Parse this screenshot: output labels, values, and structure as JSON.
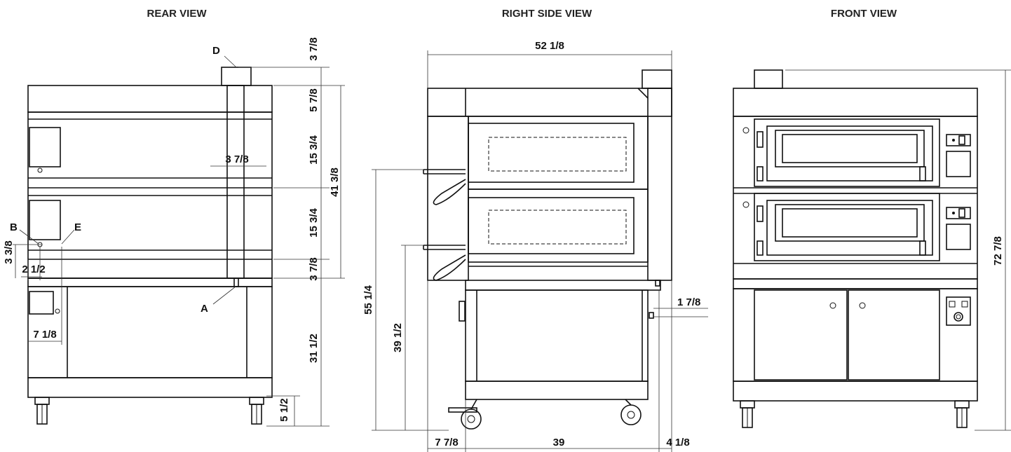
{
  "views": {
    "rear": {
      "title": "REAR VIEW"
    },
    "side": {
      "title": "RIGHT SIDE VIEW"
    },
    "front": {
      "title": "FRONT VIEW"
    }
  },
  "dimensions": {
    "rear_d_height": "3 7/8",
    "rear_top_band": "5 7/8",
    "rear_deck_upper": "15 3/4",
    "rear_deck_lower": "15 3/4",
    "rear_base_band": "3 7/8",
    "rear_total_upper": "41 3/8",
    "rear_flue_width": "3 7/8",
    "rear_stand": "31 1/2",
    "rear_wheel": "5 1/2",
    "rear_b_height": "3 3/8",
    "rear_b_offset": "2 1/2",
    "rear_box_width": "7 1/8",
    "side_depth": "52 1/8",
    "side_peel_upper": "55 1/4",
    "side_peel_lower": "39 1/2",
    "side_drain": "1 7/8",
    "side_front_offset": "7 7/8",
    "side_body_depth": "39",
    "side_rear_offset": "4 1/8",
    "front_total_height": "72 7/8"
  },
  "labels": {
    "a": "A",
    "b": "B",
    "d": "D",
    "e": "E"
  }
}
